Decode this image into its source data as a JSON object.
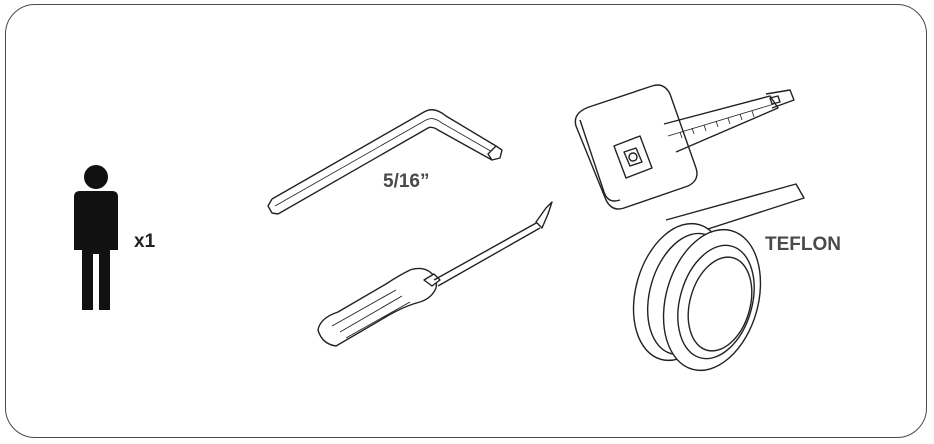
{
  "labels": {
    "person_count": "x1",
    "hex_key_size": "5/16”",
    "tape": "TEFLON"
  },
  "colors": {
    "line": "#222222",
    "label_gray": "#4a4a4a",
    "person": "#111111",
    "frame": "#4a4a4a"
  },
  "icons": [
    "person-icon",
    "hex-key-icon",
    "screwdriver-icon",
    "tape-measure-icon",
    "teflon-tape-icon"
  ]
}
